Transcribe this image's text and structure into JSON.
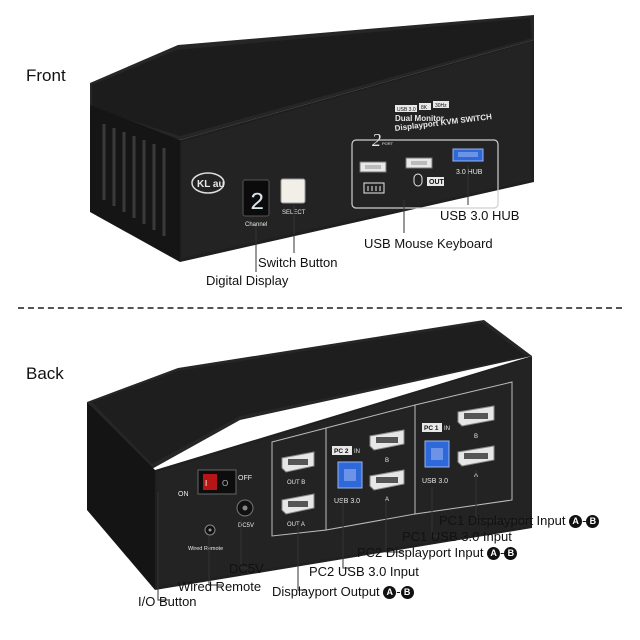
{
  "sections": {
    "front": "Front",
    "back": "Back"
  },
  "front_device": {
    "brand": "KL au",
    "digit": "2",
    "channel_label": "Channel",
    "select_label": "SELECT",
    "spec_badges": [
      "USB 3.0",
      "8K",
      "30Hz"
    ],
    "title_line1": "Dual Monitor",
    "title_prefix": "2",
    "title_port": "PORT",
    "title_line2": "Displayport KVM SWITCH",
    "out_label": "OUT",
    "hub_label": "3.0 HUB"
  },
  "back_device": {
    "pc2_tag": "PC 2",
    "pc1_tag": "PC 1",
    "in_label": "IN",
    "usb30_left": "USB 3.0",
    "usb30_right": "USB 3.0",
    "out_b": "OUT B",
    "out_a": "OUT A",
    "port_b": "B",
    "port_a": "A",
    "on": "ON",
    "off": "OFF",
    "dc5v_small": "DC5V",
    "wired_remote_small": "Wired Remote"
  },
  "callouts": {
    "usb_hub": "USB 3.0 HUB",
    "usb_mouse_keyboard": "USB Mouse Keyboard",
    "switch_button": "Switch Button",
    "digital_display": "Digital Display",
    "pc1_dp_input": "PC1 Displayport Input",
    "pc1_usb_input": "PC1 USB 3.0 Input",
    "pc2_dp_input": "PC2 Displayport Input",
    "pc2_usb_input": "PC2 USB 3.0 Input",
    "dc5v": "DC5V",
    "wired_remote": "Wired Remote",
    "dp_output": "Displayport Output",
    "io_button": "I/O Button",
    "badge_a": "A",
    "badge_b": "B",
    "dash": "-"
  }
}
